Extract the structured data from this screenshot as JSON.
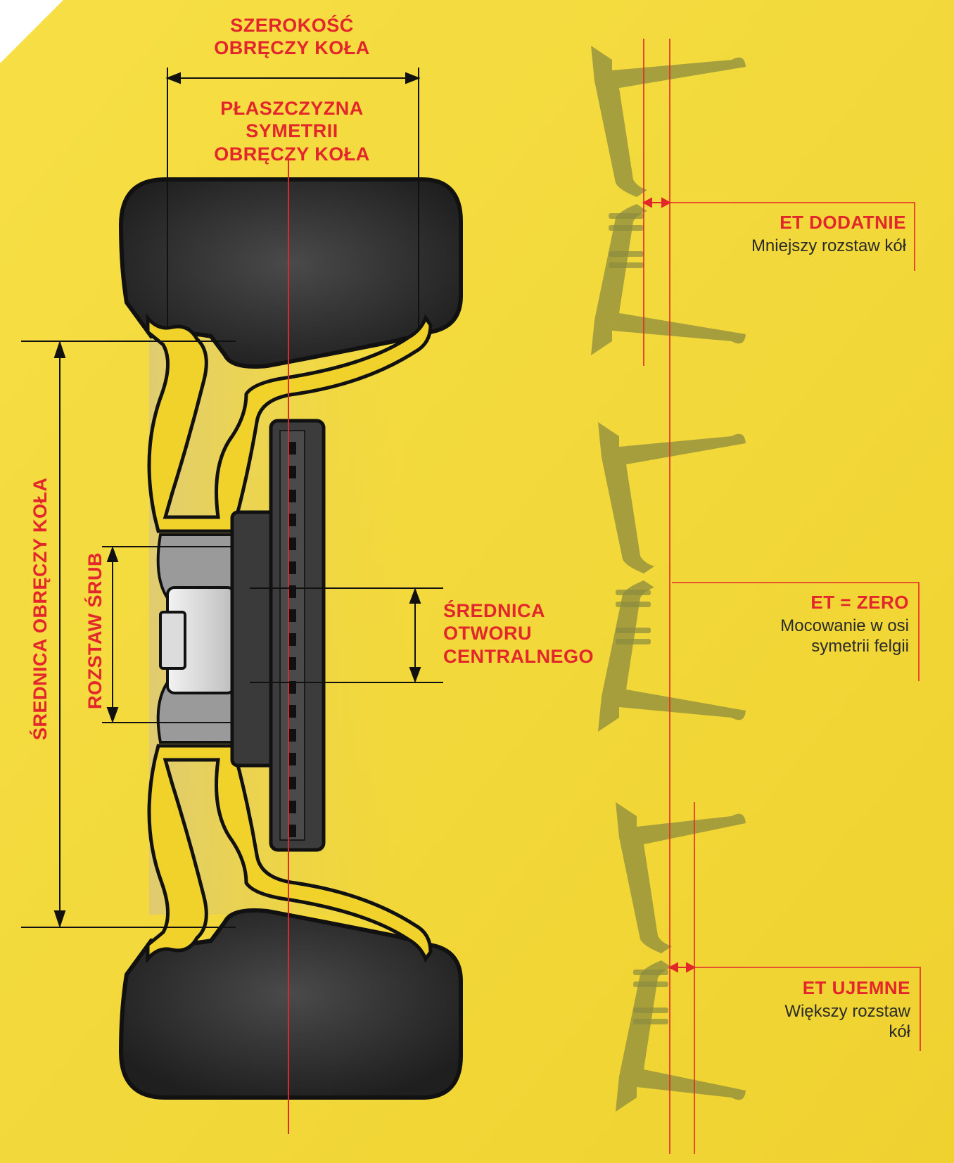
{
  "labels": {
    "rim_width": [
      "SZEROKOŚĆ",
      "OBRĘCZY KOŁA"
    ],
    "symmetry_plane": [
      "PŁASZCZYZNA SYMETRII",
      "OBRĘCZY KOŁA"
    ],
    "rim_diameter": "ŚREDNICA OBRĘCZY KOŁA",
    "bolt_pattern": "ROZSTAW ŚRUB",
    "center_bore": [
      "ŚREDNICA",
      "OTWORU",
      "CENTRALNEGO"
    ]
  },
  "offsets": [
    {
      "title": "ET DODATNIE",
      "desc": [
        "Mniejszy rozstaw kół"
      ]
    },
    {
      "title": "ET = ZERO",
      "desc": [
        "Mocowanie w osi",
        "symetrii felgii"
      ]
    },
    {
      "title": "ET UJEMNE",
      "desc": [
        "Większy rozstaw",
        "kół"
      ]
    }
  ],
  "colors": {
    "background": "#f2d636",
    "tire": "#2b2b2b",
    "rim": "#f0d22a",
    "accent": "#e3262b",
    "ghost": "#8c8b3e"
  }
}
